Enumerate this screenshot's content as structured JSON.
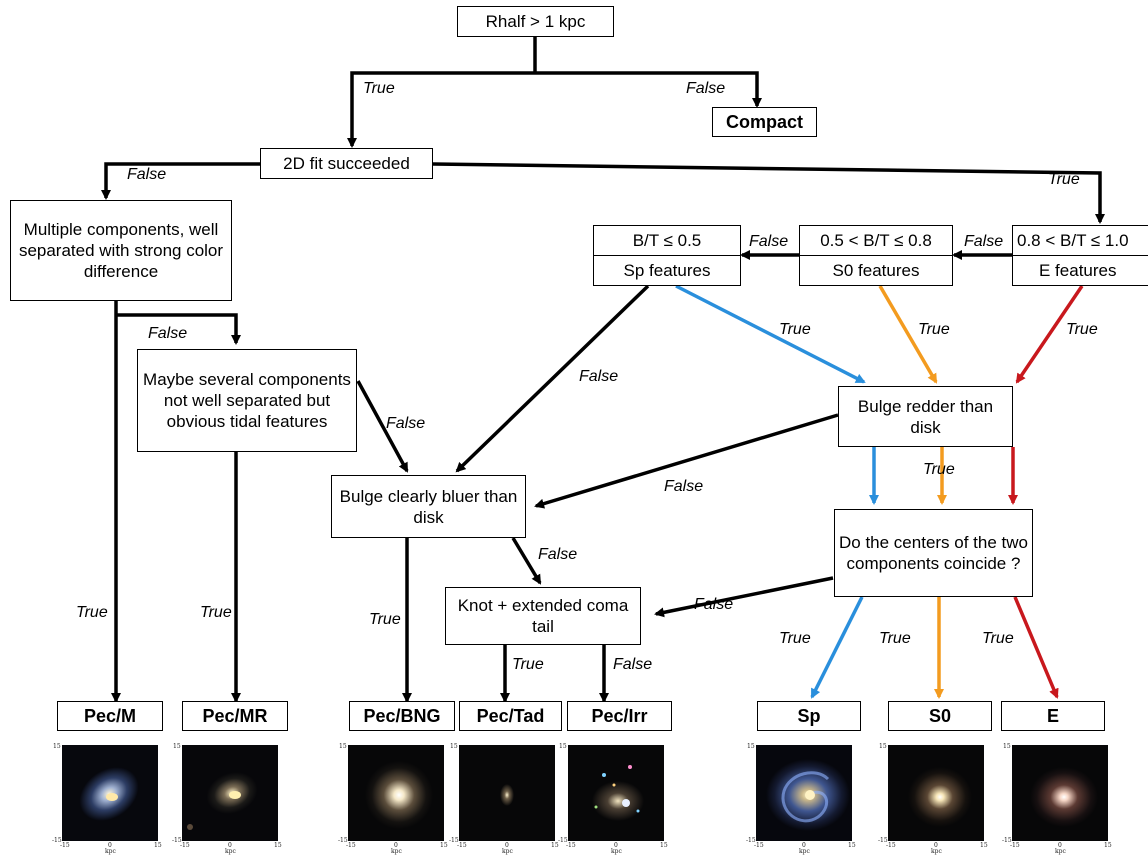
{
  "nodes": {
    "rhalf": "Rhalf > 1 kpc",
    "compact": "Compact",
    "fit": "2D fit succeeded",
    "multiple": "Multiple components, well separated with strong color difference",
    "maybe": "Maybe several components not well separated but obvious tidal features",
    "bt_sp_top": "B/T ≤ 0.5",
    "bt_sp_bot": "Sp features",
    "bt_s0_top": "0.5 < B/T ≤ 0.8",
    "bt_s0_bot": "S0 features",
    "bt_e_top": "0.8 < B/T ≤ 1.0",
    "bt_e_bot": "E features",
    "redder": "Bulge redder than disk",
    "bluer": "Bulge clearly bluer than disk",
    "centers": "Do the centers of the two components coincide ?",
    "knot": "Knot + extended coma tail"
  },
  "outcomes": [
    "Pec/M",
    "Pec/MR",
    "Pec/BNG",
    "Pec/Tad",
    "Pec/Irr",
    "Sp",
    "S0",
    "E"
  ],
  "edge_labels": {
    "true": "True",
    "false": "False"
  },
  "thumbnail_axis": {
    "tick_min": "-15",
    "tick_mid": "0",
    "tick_max": "15",
    "unit": "kpc"
  },
  "colors": {
    "sp_path": "#2a8fdc",
    "s0_path": "#f39b1f",
    "e_path": "#c8181d",
    "neutral": "#000000"
  }
}
